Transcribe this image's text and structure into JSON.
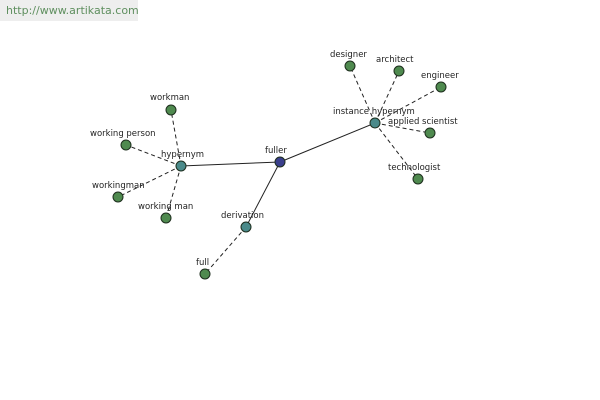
{
  "banner": {
    "text": "http://www.artikata.com"
  },
  "colors": {
    "background": "#ffffff",
    "leaf_node": "#4f8a4f",
    "relation_node": "#4a8a8a",
    "center_node": "#3a3f8c",
    "edge": "#222222"
  },
  "graph": {
    "nodes": [
      {
        "id": "fuller",
        "label": "fuller",
        "kind": "center"
      },
      {
        "id": "hypernym",
        "label": "hypernym",
        "kind": "relation"
      },
      {
        "id": "instance-hypernym",
        "label": "instance hypernym",
        "kind": "relation"
      },
      {
        "id": "derivation",
        "label": "derivation",
        "kind": "relation"
      },
      {
        "id": "workman",
        "label": "workman",
        "kind": "leaf"
      },
      {
        "id": "working-person",
        "label": "working person",
        "kind": "leaf"
      },
      {
        "id": "workingman",
        "label": "workingman",
        "kind": "leaf"
      },
      {
        "id": "working-man",
        "label": "working man",
        "kind": "leaf"
      },
      {
        "id": "designer",
        "label": "designer",
        "kind": "leaf"
      },
      {
        "id": "architect",
        "label": "architect",
        "kind": "leaf"
      },
      {
        "id": "engineer",
        "label": "engineer",
        "kind": "leaf"
      },
      {
        "id": "applied-scientist",
        "label": "applied scientist",
        "kind": "leaf"
      },
      {
        "id": "technologist",
        "label": "technologist",
        "kind": "leaf"
      },
      {
        "id": "full",
        "label": "full",
        "kind": "leaf"
      }
    ],
    "edges": [
      {
        "from": "fuller",
        "to": "hypernym",
        "style": "solid"
      },
      {
        "from": "fuller",
        "to": "instance-hypernym",
        "style": "solid"
      },
      {
        "from": "fuller",
        "to": "derivation",
        "style": "solid"
      },
      {
        "from": "hypernym",
        "to": "workman",
        "style": "dashed"
      },
      {
        "from": "hypernym",
        "to": "working-person",
        "style": "dashed"
      },
      {
        "from": "hypernym",
        "to": "workingman",
        "style": "dashed"
      },
      {
        "from": "hypernym",
        "to": "working-man",
        "style": "dashed"
      },
      {
        "from": "instance-hypernym",
        "to": "designer",
        "style": "dashed"
      },
      {
        "from": "instance-hypernym",
        "to": "architect",
        "style": "dashed"
      },
      {
        "from": "instance-hypernym",
        "to": "engineer",
        "style": "dashed"
      },
      {
        "from": "instance-hypernym",
        "to": "applied-scientist",
        "style": "dashed"
      },
      {
        "from": "instance-hypernym",
        "to": "technologist",
        "style": "dashed"
      },
      {
        "from": "derivation",
        "to": "full",
        "style": "dashed"
      }
    ]
  }
}
